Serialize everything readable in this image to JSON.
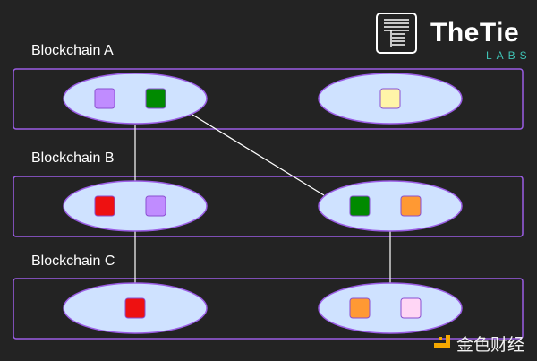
{
  "brand": {
    "name": "TheTie",
    "sub": "LABS"
  },
  "watermark": "金色财经",
  "colors": {
    "bg": "#232323",
    "box_border": "#9b5de5",
    "ellipse_fill": "#cfe2ff",
    "ellipse_stroke": "#9b5de5",
    "purple": "#c08cff",
    "green": "#008a00",
    "yellow": "#fff5a8",
    "red": "#ee1111",
    "orange": "#ff9933",
    "pink": "#ffd6f5"
  },
  "chains": [
    {
      "label": "Blockchain A",
      "nodes": [
        [
          "purple",
          "green"
        ],
        [
          "yellow"
        ]
      ]
    },
    {
      "label": "Blockchain B",
      "nodes": [
        [
          "red",
          "purple"
        ],
        [
          "green",
          "orange"
        ]
      ]
    },
    {
      "label": "Blockchain C",
      "nodes": [
        [
          "red"
        ],
        [
          "orange",
          "pink"
        ]
      ]
    }
  ]
}
